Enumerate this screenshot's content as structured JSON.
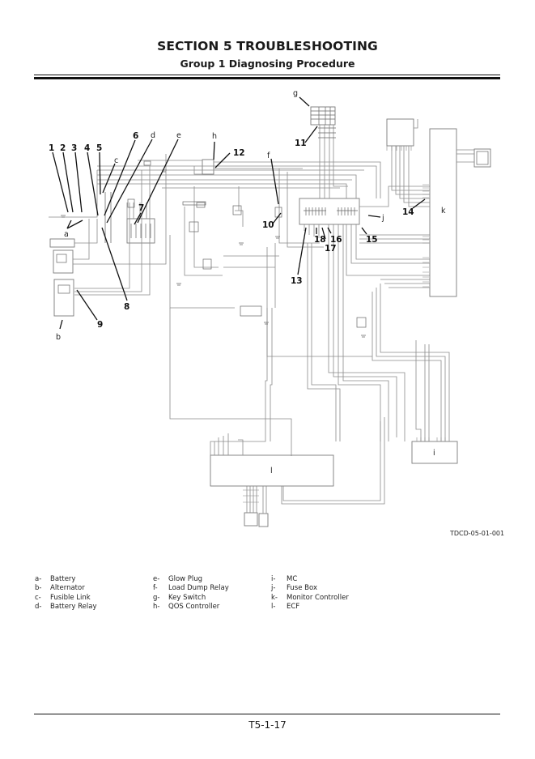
{
  "header": {
    "section_title": "SECTION 5 TROUBLESHOOTING",
    "group_title": "Group 1 Diagnosing Procedure"
  },
  "diagram": {
    "figure_id": "TDCD-05-01-001",
    "component_letters": {
      "a": "a",
      "b": "b",
      "c": "c",
      "d": "d",
      "e": "e",
      "f": "f",
      "g": "g",
      "h": "h",
      "i": "i",
      "j": "j",
      "k": "k",
      "l": "l"
    },
    "callout_numbers": [
      "1",
      "2",
      "3",
      "4",
      "5",
      "6",
      "7",
      "8",
      "9",
      "10",
      "11",
      "12",
      "13",
      "14",
      "15",
      "16",
      "17",
      "18"
    ]
  },
  "legend": {
    "columns": [
      [
        {
          "key": "a-",
          "label": "Battery"
        },
        {
          "key": "b-",
          "label": "Alternator"
        },
        {
          "key": "c-",
          "label": "Fusible Link"
        },
        {
          "key": "d-",
          "label": "Battery Relay"
        }
      ],
      [
        {
          "key": "e-",
          "label": "Glow Plug"
        },
        {
          "key": "f-",
          "label": "Load Dump Relay"
        },
        {
          "key": "g-",
          "label": "Key Switch"
        },
        {
          "key": "h-",
          "label": "QOS Controller"
        }
      ],
      [
        {
          "key": "i-",
          "label": "MC"
        },
        {
          "key": "j-",
          "label": "Fuse Box"
        },
        {
          "key": "k-",
          "label": "Monitor Controller"
        },
        {
          "key": "l-",
          "label": "ECF"
        }
      ]
    ]
  },
  "footer": {
    "page_number": "T5-1-17"
  }
}
